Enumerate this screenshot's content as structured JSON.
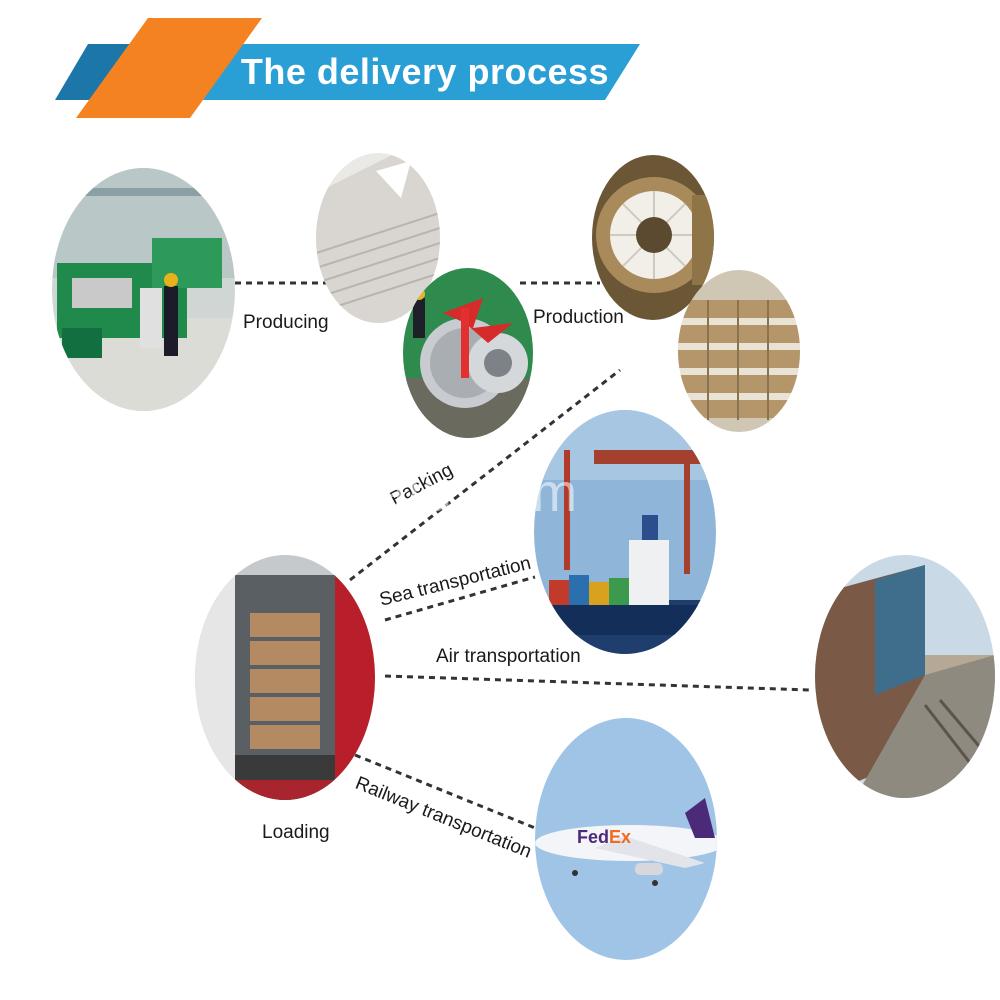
{
  "header": {
    "title": "The delivery process"
  },
  "labels": {
    "producing": "Producing",
    "production": "Production",
    "packing": "Packing",
    "sea": "Sea transportation",
    "air": "Air transportation",
    "railway": "Railway transportation",
    "loading": "Loading"
  },
  "watermark": "www.    nalu.com",
  "colors": {
    "banner_blue": "#2a9fd6",
    "banner_orange": "#f58220",
    "banner_dark_blue": "#1d76a8"
  }
}
